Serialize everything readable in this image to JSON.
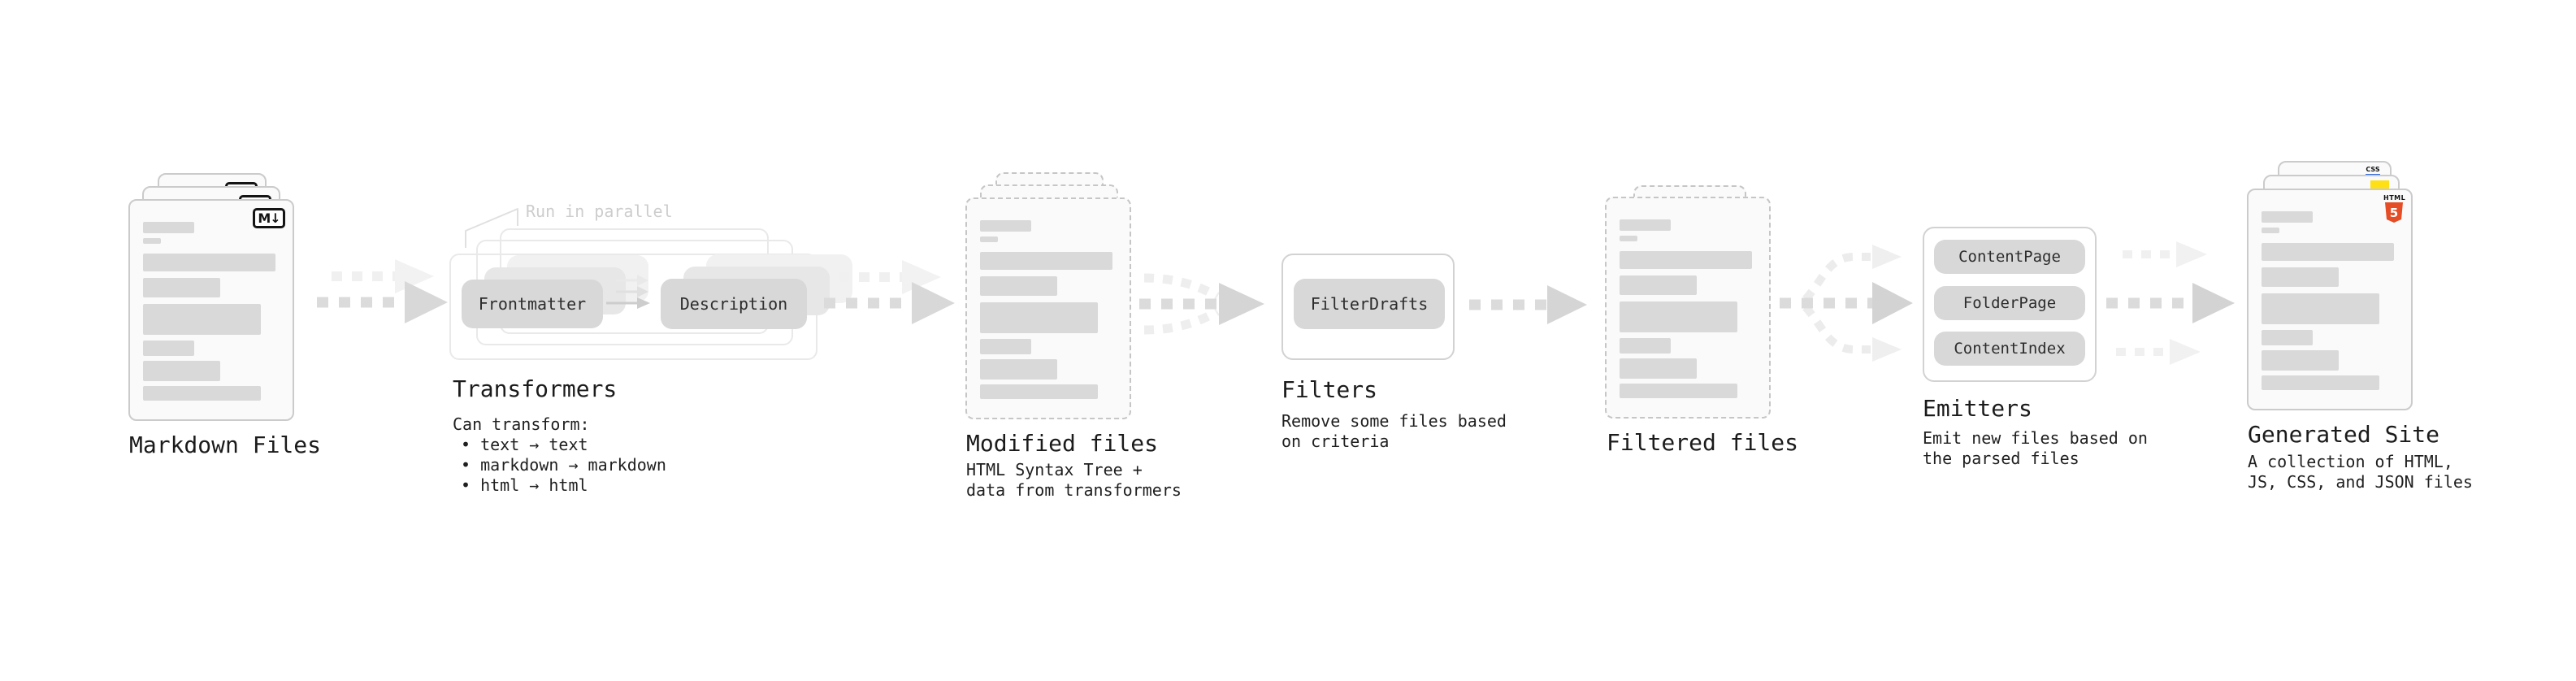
{
  "stages": {
    "markdown": {
      "label": "Markdown Files",
      "file_badge": "M↓"
    },
    "transformers": {
      "label": "Transformers",
      "annotation": "Run in parallel",
      "input_pill": "Frontmatter",
      "output_pill": "Description",
      "note_title": "Can transform:",
      "bullets": [
        "• text → text",
        "• markdown → markdown",
        "• html → html"
      ]
    },
    "modified": {
      "label": "Modified files",
      "note_lines": [
        "HTML Syntax Tree +",
        "data from transformers"
      ]
    },
    "filters": {
      "label": "Filters",
      "pill": "FilterDrafts",
      "note_lines": [
        "Remove some files based",
        "on criteria"
      ]
    },
    "filtered": {
      "label": "Filtered files"
    },
    "emitters": {
      "label": "Emitters",
      "pills": [
        "ContentPage",
        "FolderPage",
        "ContentIndex"
      ],
      "note_lines": [
        "Emit new files based on",
        "the parsed files"
      ]
    },
    "generated": {
      "label": "Generated Site",
      "css_badge": "CSS",
      "html_badge_word": "HTML",
      "html_badge_number": "5",
      "note_lines": [
        "A collection of HTML,",
        "JS, CSS, and JSON files"
      ]
    }
  },
  "colors": {
    "html5_orange": "#e44d26",
    "js_yellow": "#ffe014",
    "css_blue": "#2f6ae0",
    "skeleton_gray": "#d9d9d9",
    "arrow_gray": "#dbdbdb"
  }
}
